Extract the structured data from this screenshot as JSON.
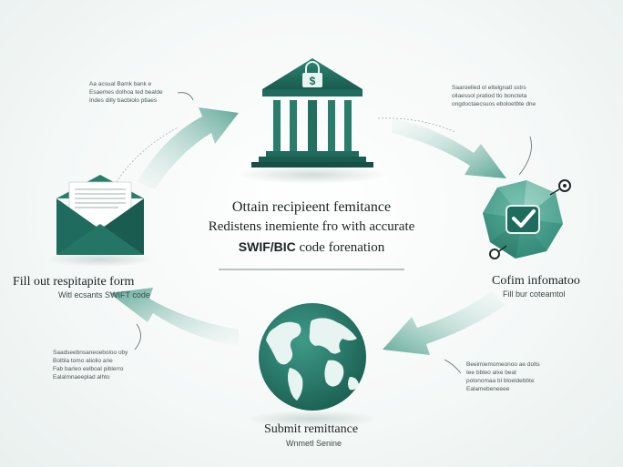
{
  "center": {
    "line1": "Ottain recipieent femitance",
    "line2": "Redistens inemiente fro with accurate",
    "line3_bold": "SWIF/BIC",
    "line3_rest": " code forenation"
  },
  "steps": {
    "fill": {
      "title": "Fill out respitapite form",
      "subtitle": "Witl ecsants SWIFT code"
    },
    "confirm": {
      "title": "Cofim infomatoo",
      "subtitle": "Fill bur coteamtol"
    },
    "submit": {
      "title": "Submit remittance",
      "subtitle": "Wnmetl Senine"
    }
  },
  "notes": {
    "top_left": [
      "Aa acsual Bamk bank e",
      "Esaemes dolhoa ted bealde",
      "Indes dilly bacbiolo ptlaes"
    ],
    "top_right": [
      "Saaroelled ol ettelgnatl sstrs",
      "oilaessol pratiod tlo boncteta",
      "ongdoctaecsuos eboloetbte dne"
    ],
    "bottom_left": [
      "Saadseebnsaneoeboloo oby",
      "Bolbla tomo atiolio ane",
      "Fab barleo eelboal piblerro",
      "Ealalmnaeeplad alhto"
    ],
    "bottom_right": [
      "Beeimiemomeonoo ae dolts",
      "tee bbleo alxe beat",
      "polonomaa bl bloeldebbte",
      "Ealamebeneeee"
    ]
  },
  "colors": {
    "teal_dark": "#1f6b5e",
    "teal": "#2f8a78",
    "teal_light": "#7fbfb0",
    "text": "#1b2524"
  },
  "icons": {
    "bank": "bank-icon",
    "envelope": "envelope-icon",
    "verify": "checkmark-badge-icon",
    "globe": "globe-icon"
  }
}
